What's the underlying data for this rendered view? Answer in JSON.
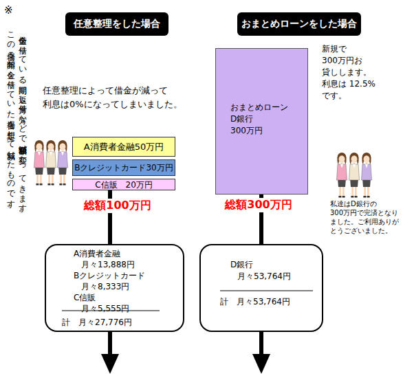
{
  "diagram": {
    "nodes": [
      {
        "text": [
          "任意整理をした場合"
        ]
      },
      {
        "text": [
          "おまとめローンをした場合"
        ]
      },
      {
        "text": [
          "A消費者金融50万円"
        ]
      },
      {
        "text": [
          "Bクレジットカード30万円"
        ]
      },
      {
        "text": [
          "C信販　20万円"
        ]
      },
      {
        "text": [
          "おまとめローン",
          "D銀行",
          "300万円"
        ]
      },
      {
        "text": [
          "A消費者金融",
          "月々13,888円",
          "Bクレジットカード",
          "月々8,333円",
          "C信販",
          "月々5,555円",
          "計　月々27,776円"
        ]
      },
      {
        "text": [
          "D銀行",
          "月々53,764円",
          "計　月々53,764円"
        ]
      }
    ],
    "edges": [
      {
        "from": 4,
        "to": 6,
        "label": "総額100万円",
        "arrow": "none"
      },
      {
        "from": 5,
        "to": 7,
        "label": "総額300万円",
        "arrow": "none"
      }
    ],
    "labels": [
      "※",
      "借金を借りている期間、返し方借り方などで減額金額が変わってきます。",
      "この場合５年間お金を借りていた場合を想定して減額したものです。",
      "任意整理によって借金が減って 利息は0%になってしまいました。",
      "新規で 300万円お 貸しします。 利息は 12.5%です。",
      "私達はD銀行の 300万円で完済となり ました。ご利用ありが とうございました。"
    ]
  }
}
